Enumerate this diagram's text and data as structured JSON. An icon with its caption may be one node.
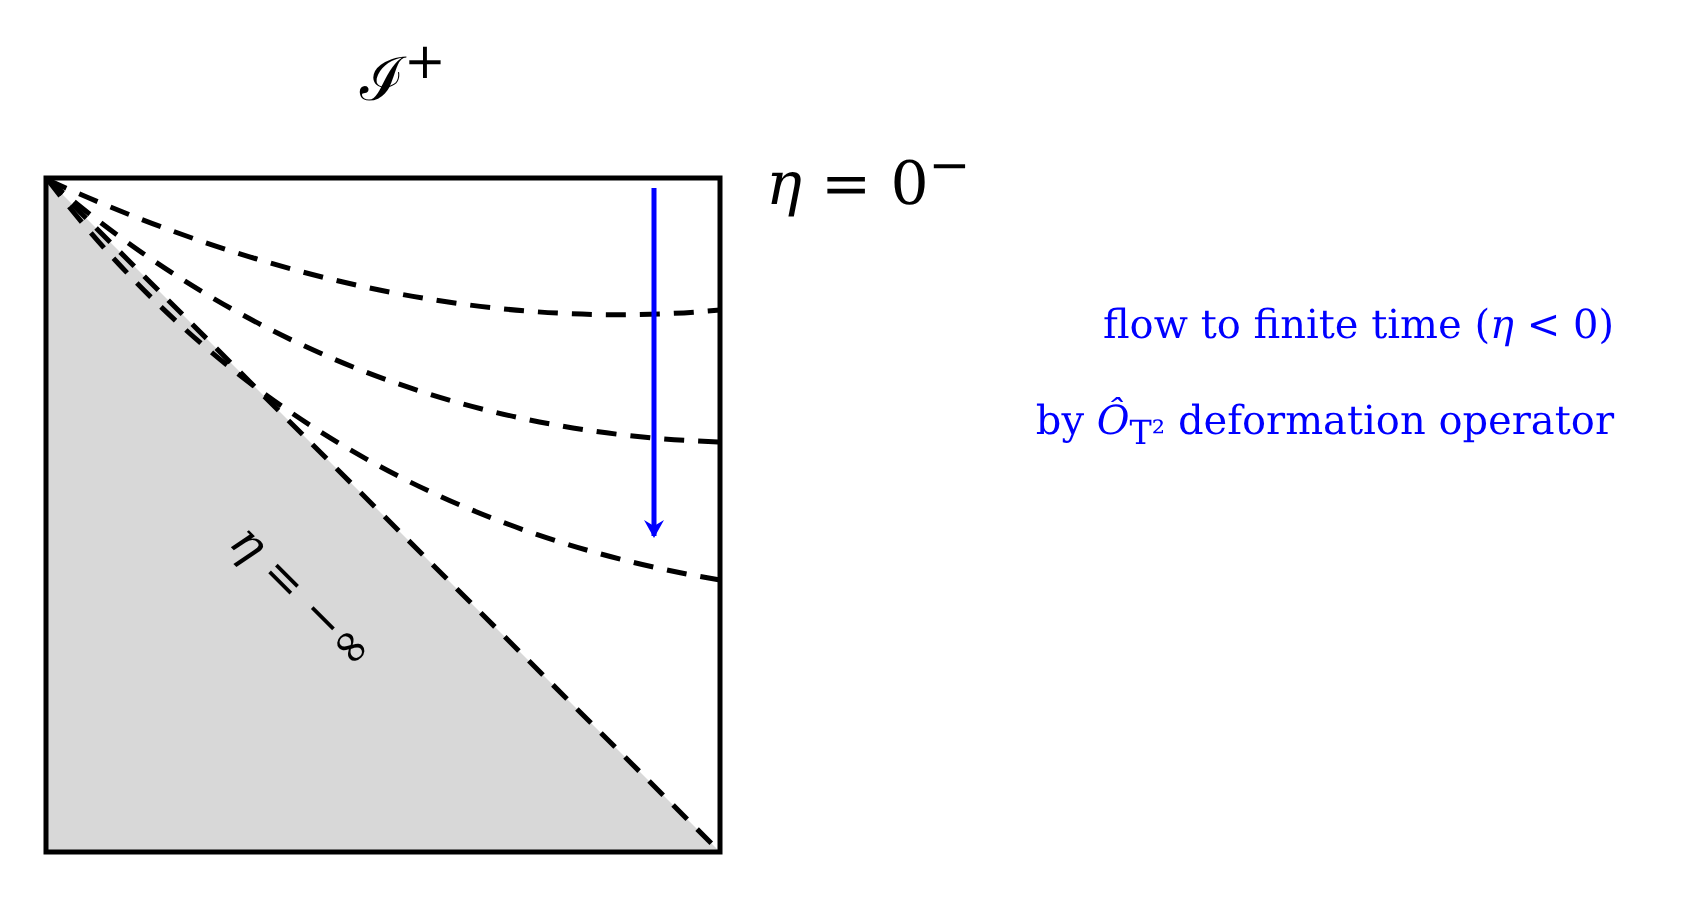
{
  "diagram": {
    "labels": [
      "ℐ$^{+}$",
      "*η* = 0$^{−}$",
      "*η* = −∞",
      "flow to finite time (*η* < 0)",
      "by *Ô*$_{T²}$ deformation operator"
    ]
  }
}
